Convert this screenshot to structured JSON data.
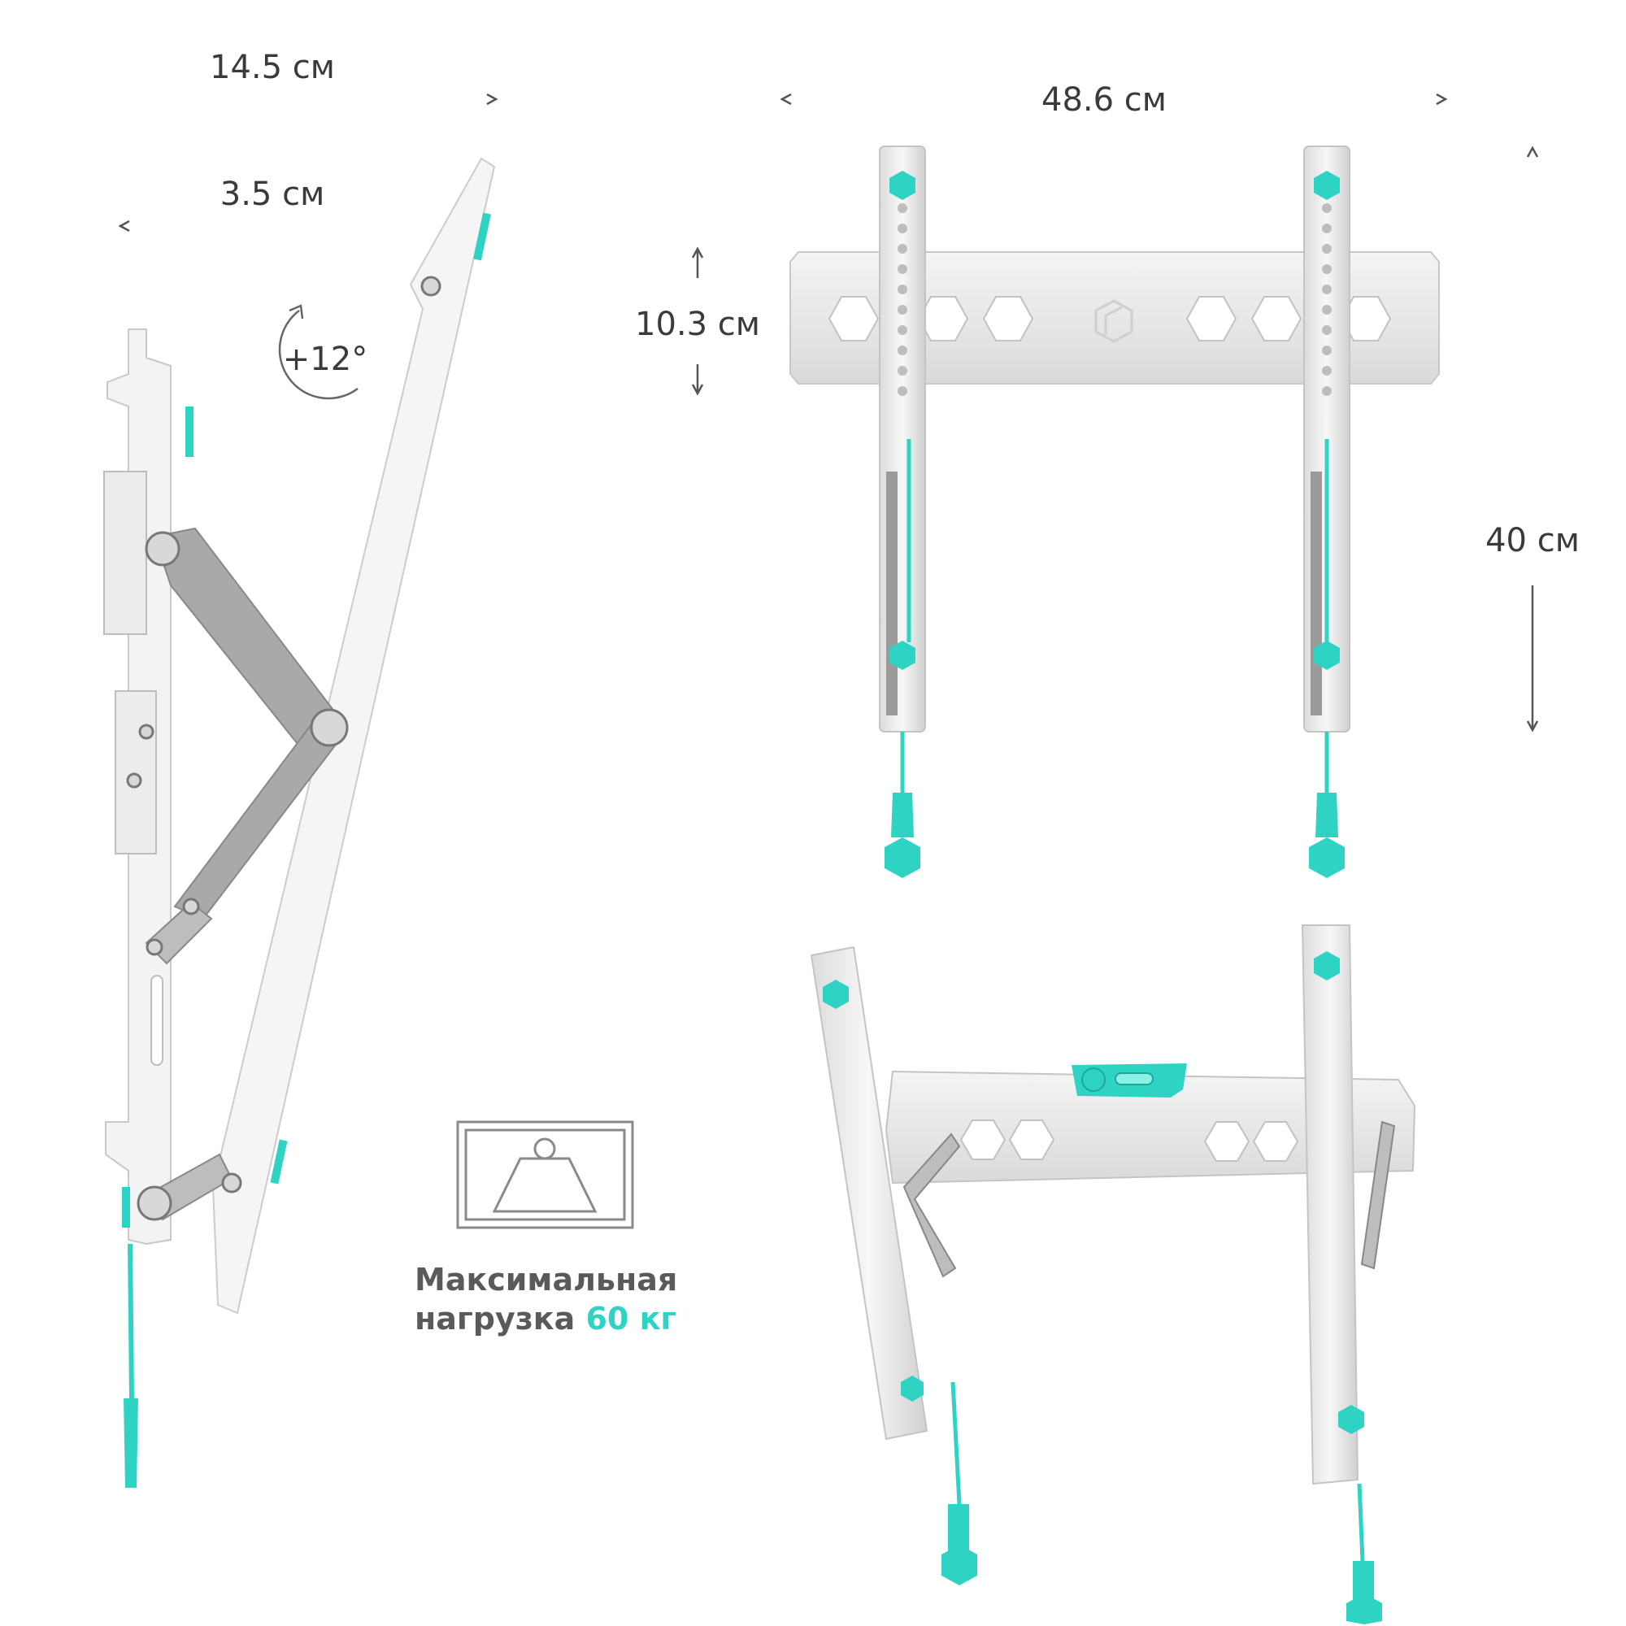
{
  "dimensions": {
    "depth_max": "14.5 см",
    "depth_min": "3.5 см",
    "tilt": "+12°",
    "width": "48.6 см",
    "rail_height": "10.3 см",
    "height": "40 см"
  },
  "load": {
    "line1": "Максимальная",
    "line2_prefix": "нагрузка",
    "line2_value": "60 кг"
  },
  "colors": {
    "accent": "#2ed3c4",
    "steel": "#eeeeee",
    "arm": "#a9a9a9",
    "text": "#3a3a3a"
  },
  "icons": {
    "weight": "weight-icon",
    "tilt": "rotate-arrow-icon",
    "level": "bubble-level-icon"
  }
}
